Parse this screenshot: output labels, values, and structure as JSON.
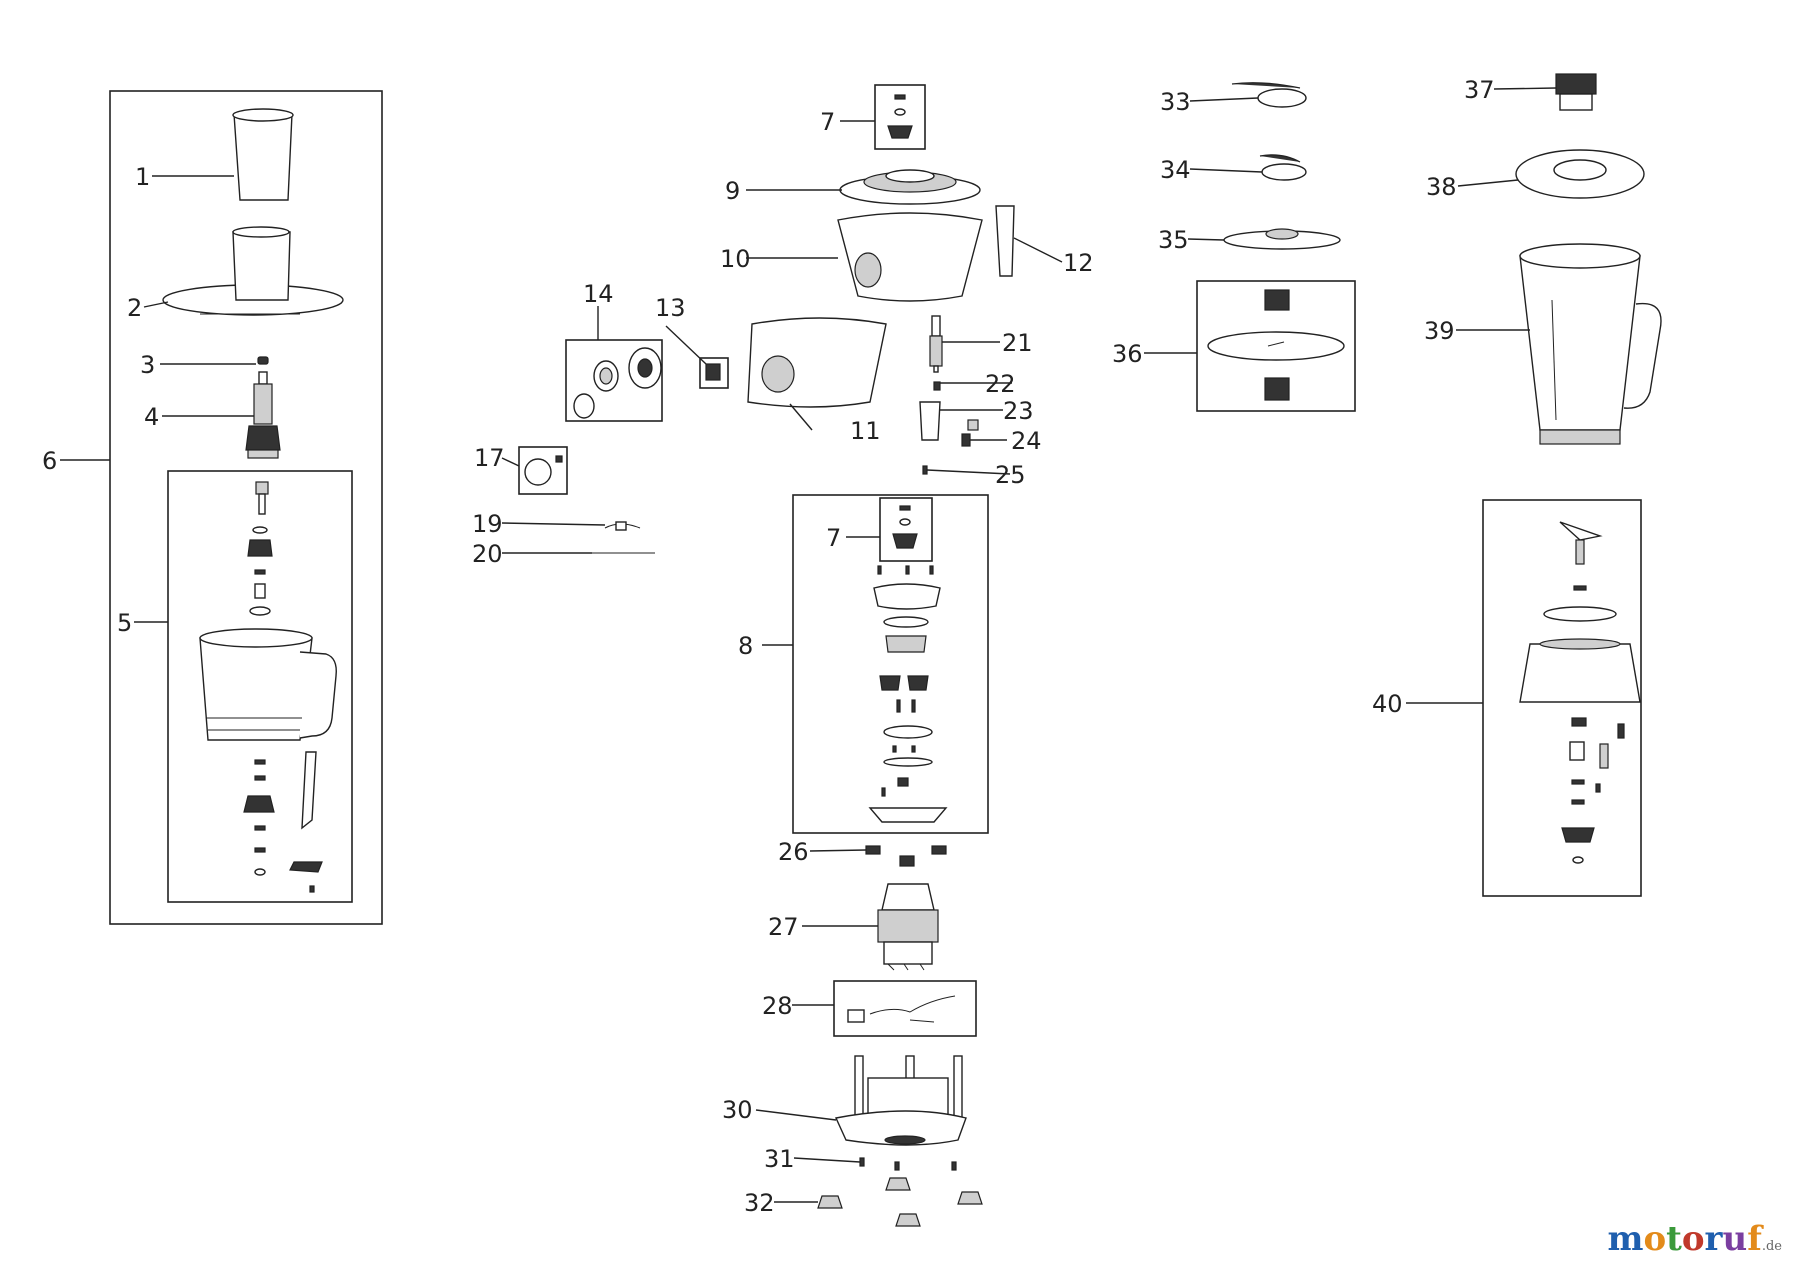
{
  "diagram": {
    "callouts": [
      "1",
      "2",
      "3",
      "4",
      "5",
      "6",
      "7",
      "8",
      "9",
      "10",
      "11",
      "12",
      "13",
      "14",
      "17",
      "19",
      "20",
      "21",
      "22",
      "23",
      "24",
      "25",
      "26",
      "27",
      "28",
      "30",
      "31",
      "32",
      "33",
      "34",
      "35",
      "36",
      "37",
      "38",
      "39",
      "40"
    ]
  },
  "watermark": {
    "text": "motoruf",
    "suffix": ".de",
    "colors": [
      "#1f5fae",
      "#e38b1b",
      "#3b9a3b",
      "#c0392b",
      "#1f5fae",
      "#7a3ea0",
      "#e38b1b"
    ]
  }
}
